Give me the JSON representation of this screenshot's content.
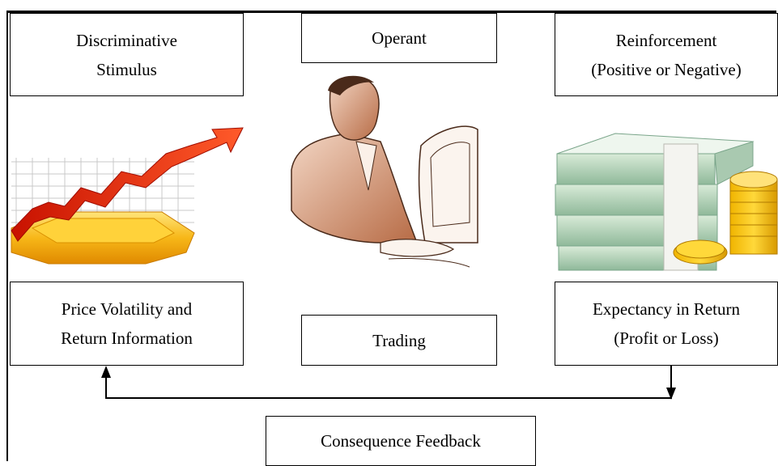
{
  "boxes": {
    "discriminative_stimulus": [
      "Discriminative",
      "Stimulus"
    ],
    "operant": [
      "Operant"
    ],
    "reinforcement": [
      "Reinforcement",
      "(Positive or Negative)"
    ],
    "price_info": [
      "Price Volatility and",
      "Return Information"
    ],
    "trading": [
      "Trading"
    ],
    "expectancy": [
      "Expectancy in Return",
      "(Profit or Loss)"
    ],
    "consequence": [
      "Consequence Feedback"
    ]
  },
  "illustrations": {
    "left": "rising-chart-illustration",
    "center": "trader-at-computer-illustration",
    "right": "money-stacks-illustration"
  }
}
